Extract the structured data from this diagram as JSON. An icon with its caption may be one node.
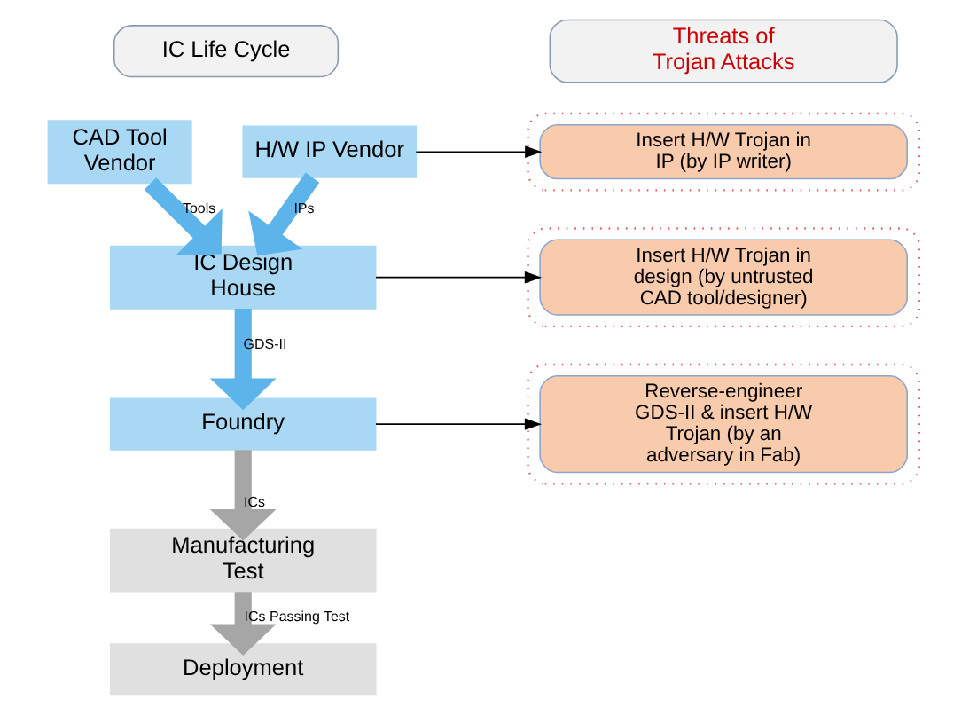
{
  "diagram": {
    "nodes": [
      {
        "text": [
          "IC Life Cycle"
        ]
      },
      {
        "text": [
          "Threats of Trojan Attacks"
        ]
      },
      {
        "text": [
          "CAD Tool Vendor"
        ]
      },
      {
        "text": [
          "H/W IP Vendor"
        ]
      },
      {
        "text": [
          "IC Design House"
        ]
      },
      {
        "text": [
          "Foundry"
        ]
      },
      {
        "text": [
          "Manufacturing Test"
        ]
      },
      {
        "text": [
          "Deployment"
        ]
      },
      {
        "text": [],
        "shape": "box"
      },
      {
        "text": [
          "Insert H/W Trojan in IP (by IP writer)"
        ],
        "in": 8
      },
      {
        "text": [],
        "shape": "box"
      },
      {
        "text": [
          "Insert H/W Trojan in design (by untrusted CAD tool/designer)"
        ],
        "in": 10
      },
      {
        "text": [],
        "shape": "box"
      },
      {
        "text": [
          "Reverse-engineer GDS-II & insert H/W Trojan (by an adversary in Fab)"
        ],
        "in": 12
      }
    ],
    "edges": [
      {
        "from": 2,
        "to": 4,
        "arrow": "to",
        "label": "Tools",
        "color": "#5db4ea"
      },
      {
        "from": 3,
        "to": 4,
        "arrow": "to",
        "label": "IPs",
        "color": "#5db4ea"
      },
      {
        "from": 4,
        "to": 5,
        "arrow": "to",
        "label": "GDS-II",
        "color": "#5db4ea"
      },
      {
        "from": 5,
        "to": 6,
        "arrow": "to",
        "label": "ICs",
        "color": "#a6a6a6"
      },
      {
        "from": 6,
        "to": 7,
        "arrow": "to",
        "label": "ICs Passing Test",
        "color": "#a6a6a6"
      },
      {
        "from": 3,
        "to": 9,
        "arrow": "to",
        "color": "#000000"
      },
      {
        "from": 4,
        "to": 11,
        "arrow": "to",
        "color": "#000000"
      },
      {
        "from": 5,
        "to": 13,
        "arrow": "to",
        "color": "#000000"
      }
    ]
  }
}
